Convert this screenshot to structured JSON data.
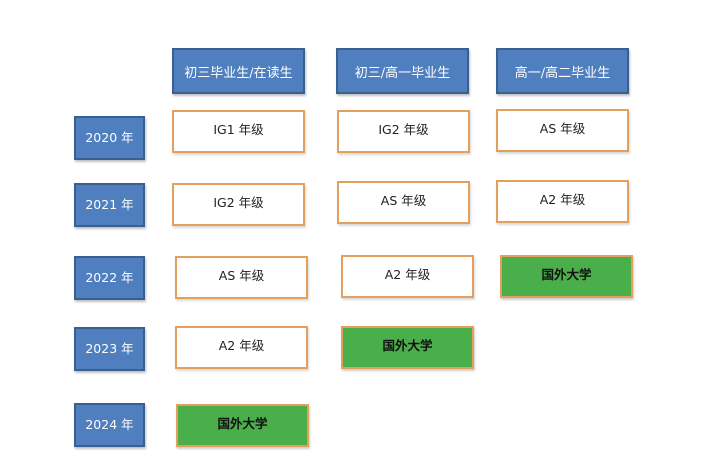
{
  "headers": [
    "初三毕业生/在读生",
    "初三/高一毕业生",
    "高一/高二毕业生"
  ],
  "years": [
    "2020 年",
    "2021 年",
    "2022 年",
    "2023 年",
    "2024 年"
  ],
  "cells": {
    "col1": [
      "IG1 年级",
      "IG2 年级",
      "AS 年级",
      "A2 年级",
      "国外大学"
    ],
    "col2": [
      "IG2 年级",
      "AS 年级",
      "A2 年级",
      "国外大学"
    ],
    "col3": [
      "AS 年级",
      "A2 年级",
      "国外大学"
    ]
  },
  "colors": {
    "header_fill": "#4f7fbe",
    "year_fill": "#4f7fbe",
    "cell_border": "#e2a05c",
    "university_fill": "#4aae4a"
  }
}
